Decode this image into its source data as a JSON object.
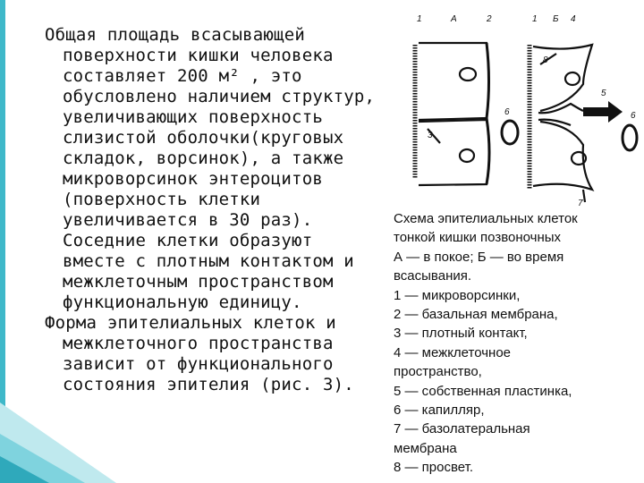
{
  "text": {
    "paragraph1": "Общая площадь всасывающей поверхности кишки человека составляет 200 м² , это обусловлено наличием структур, увеличивающих поверхность слизистой оболочки(круговых складок, ворсинок), а также микроворсинок энтероцитов (поверхность клетки увеличивается в 30 раз). Соседние клетки образуют вместе с плотным контактом и межклеточным пространством функциональную единицу.",
    "paragraph2": "Форма эпителиальных клеток и межклеточного пространства зависит от функционального состояния эпителия (рис. 3)."
  },
  "figure": {
    "labels": {
      "l1a": "1",
      "la": "А",
      "l2": "2",
      "l1b": "1",
      "lb": "Б",
      "l4": "4",
      "l8": "8",
      "l6a": "6",
      "l3": "3",
      "l5": "5",
      "l6b": "6",
      "l7": "7"
    }
  },
  "caption": {
    "lines": [
      "Схема эпителиальных клеток",
      "тонкой кишки позвоночных",
      "А — в покое; Б — во время",
      "всасывания.",
      "1 — микроворсинки,",
      "2 — базальная мембрана,",
      "3 — плотный контакт,",
      "4 — межклеточное",
      "пространство,",
      "5 — собственная пластинка,",
      "6 — капилляр,",
      "7 — базолатеральная",
      "мембрана",
      "8 — просвет."
    ]
  },
  "colors": {
    "accent": "#3fb8c9",
    "corner_light": "#bfe9ee",
    "corner_dark": "#2fa9bb"
  }
}
